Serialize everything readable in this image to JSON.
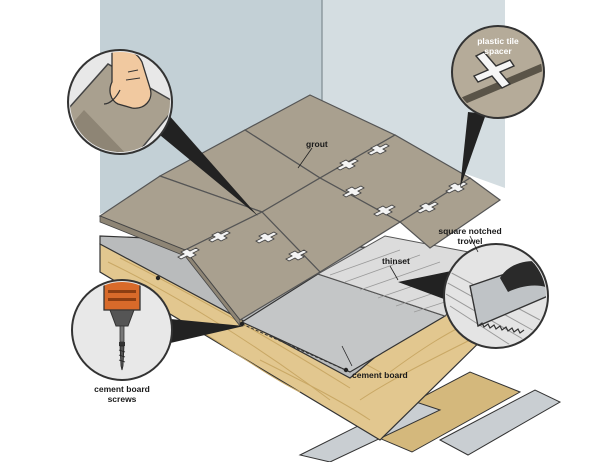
{
  "labels": {
    "grout": "grout",
    "spacer_line1": "plastic tile",
    "spacer_line2": "spacer",
    "trowel_line1": "square notched",
    "trowel_line2": "trowel",
    "thinset": "thinset",
    "cement_board": "cement board",
    "screws_line1": "cement board",
    "screws_line2": "screws"
  },
  "colors": {
    "wall_left": "#c3d0d6",
    "wall_right": "#d4dde1",
    "tile": "#a9a08f",
    "tile_dark": "#8e8575",
    "cement_board": "#b9bbbc",
    "wood": "#e2c78f",
    "wood_grain": "#c9a865",
    "joist": "#d4b87c",
    "duct": "#c9ced2",
    "callout_fill": "#222222",
    "drill_orange": "#d86a2a"
  },
  "icons": [
    "tile-spacer-icon",
    "trowel-icon",
    "drill-icon",
    "hand-icon",
    "screw-icon"
  ]
}
